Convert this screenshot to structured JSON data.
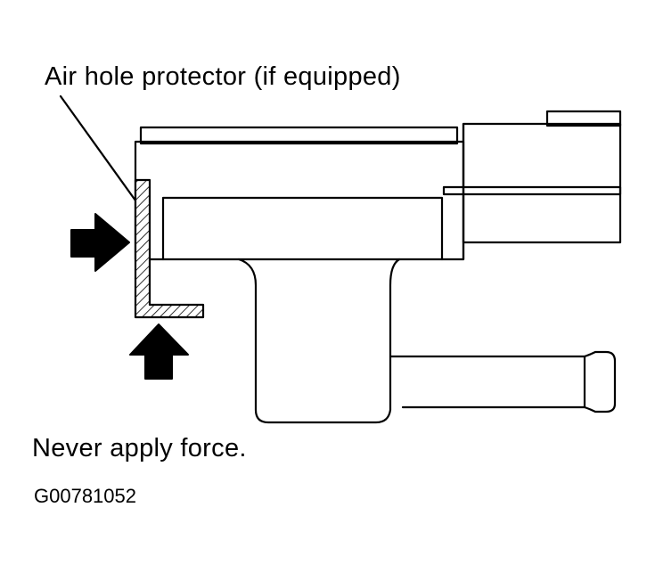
{
  "diagram": {
    "callout_label": "Air hole protector (if equipped)",
    "caution_text": "Never apply force.",
    "figure_code": "G00781052",
    "colors": {
      "line": "#000000",
      "background": "#ffffff"
    }
  }
}
